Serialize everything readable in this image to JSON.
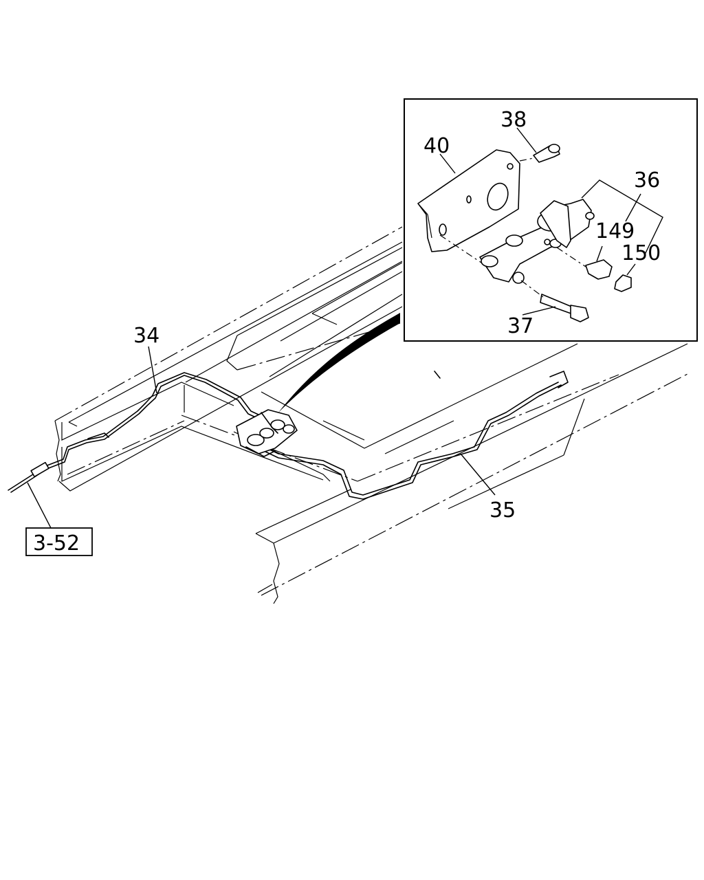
{
  "callouts": {
    "c34": "34",
    "c35": "35",
    "c36": "36",
    "c37": "37",
    "c38": "38",
    "c40": "40",
    "c149": "149",
    "c150": "150",
    "ref": "3-52"
  },
  "colors": {
    "line": "#000000",
    "background": "#ffffff"
  }
}
